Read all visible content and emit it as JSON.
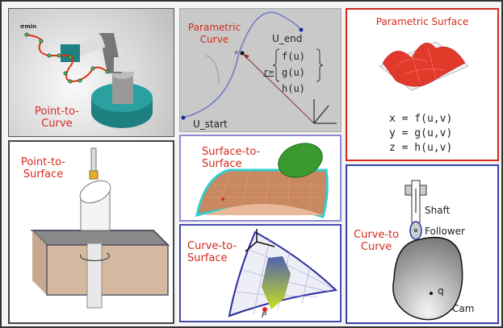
{
  "panels": {
    "point_to_curve": {
      "title_line1": "Point-to-",
      "title_line2": "Curve",
      "sigma_label": "σmin"
    },
    "parametric_curve": {
      "title_line1": "Parametric",
      "title_line2": "Curve",
      "start_label": "U_start",
      "end_label": "U_end",
      "point_label": "P",
      "r_label": "r=",
      "components": [
        "f(u)",
        "g(u)",
        "h(u)"
      ]
    },
    "parametric_surface": {
      "title": "Parametric Surface",
      "equations": [
        "x = f(u,v)",
        "y = g(u,v)",
        "z = h(u,v)"
      ]
    },
    "point_to_surface": {
      "title_line1": "Point-to-",
      "title_line2": "Surface"
    },
    "surface_to_surface": {
      "title_line1": "Surface-to-",
      "title_line2": "Surface"
    },
    "curve_to_surface": {
      "title_line1": "Curve-to-",
      "title_line2": "Surface",
      "point_label": "P"
    },
    "curve_to_curve": {
      "title_line1": "Curve-to",
      "title_line2": "Curve",
      "shaft_label": "Shaft",
      "follower_label": "Follower",
      "cam_label": "Cam",
      "angle_label": "q"
    }
  },
  "colors": {
    "title_red": "#d42a1e",
    "label_blue": "#2b3fd6",
    "border_blue": "#3a3fa8"
  }
}
